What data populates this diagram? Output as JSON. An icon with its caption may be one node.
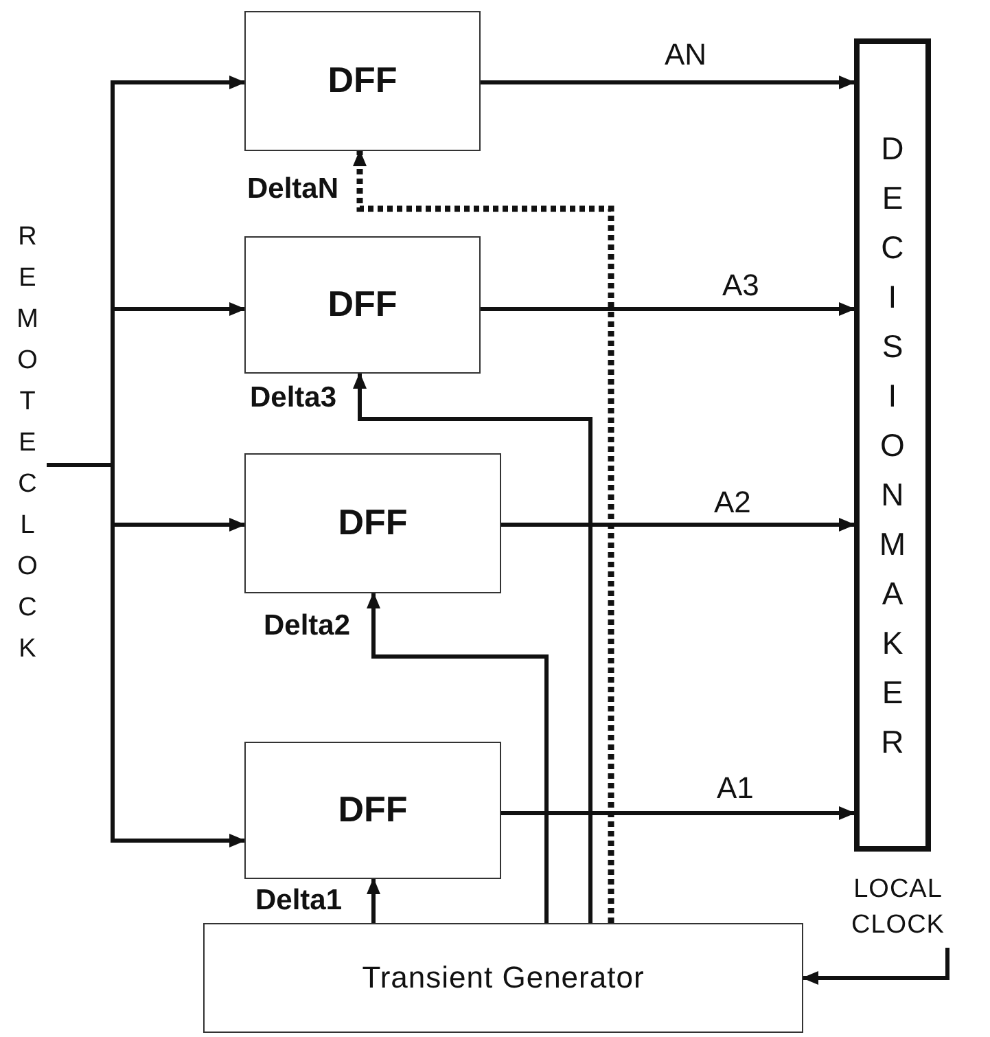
{
  "diagram": {
    "nodes": [
      {
        "text": [
          "DFF"
        ]
      },
      {
        "text": [
          "DFF"
        ]
      },
      {
        "text": [
          "DFF"
        ]
      },
      {
        "text": [
          "DFF"
        ]
      },
      {
        "text": [
          "DECISION MAKER"
        ]
      },
      {
        "text": [
          "Transient Generator"
        ]
      },
      {
        "text": [
          "REMOTE CLOCK"
        ]
      },
      {
        "text": [
          "LOCAL CLOCK"
        ]
      }
    ],
    "edges": [
      {
        "from": 6,
        "to": 0,
        "arrow": "to"
      },
      {
        "from": 6,
        "to": 1,
        "arrow": "to"
      },
      {
        "from": 6,
        "to": 2,
        "arrow": "to"
      },
      {
        "from": 6,
        "to": 3,
        "arrow": "to"
      },
      {
        "from": 0,
        "to": 4,
        "arrow": "to",
        "label": "AN"
      },
      {
        "from": 1,
        "to": 4,
        "arrow": "to",
        "label": "A3"
      },
      {
        "from": 2,
        "to": 4,
        "arrow": "to",
        "label": "A2"
      },
      {
        "from": 3,
        "to": 4,
        "arrow": "to",
        "label": "A1"
      },
      {
        "from": 5,
        "to": 3,
        "arrow": "to",
        "label": "Delta1"
      },
      {
        "from": 5,
        "to": 2,
        "arrow": "to",
        "label": "Delta2"
      },
      {
        "from": 5,
        "to": 1,
        "arrow": "to",
        "label": "Delta3"
      },
      {
        "from": 5,
        "to": 0,
        "arrow": "to",
        "label": "DeltaN",
        "style": "dashed"
      },
      {
        "from": 7,
        "to": 5,
        "arrow": "to"
      }
    ]
  }
}
